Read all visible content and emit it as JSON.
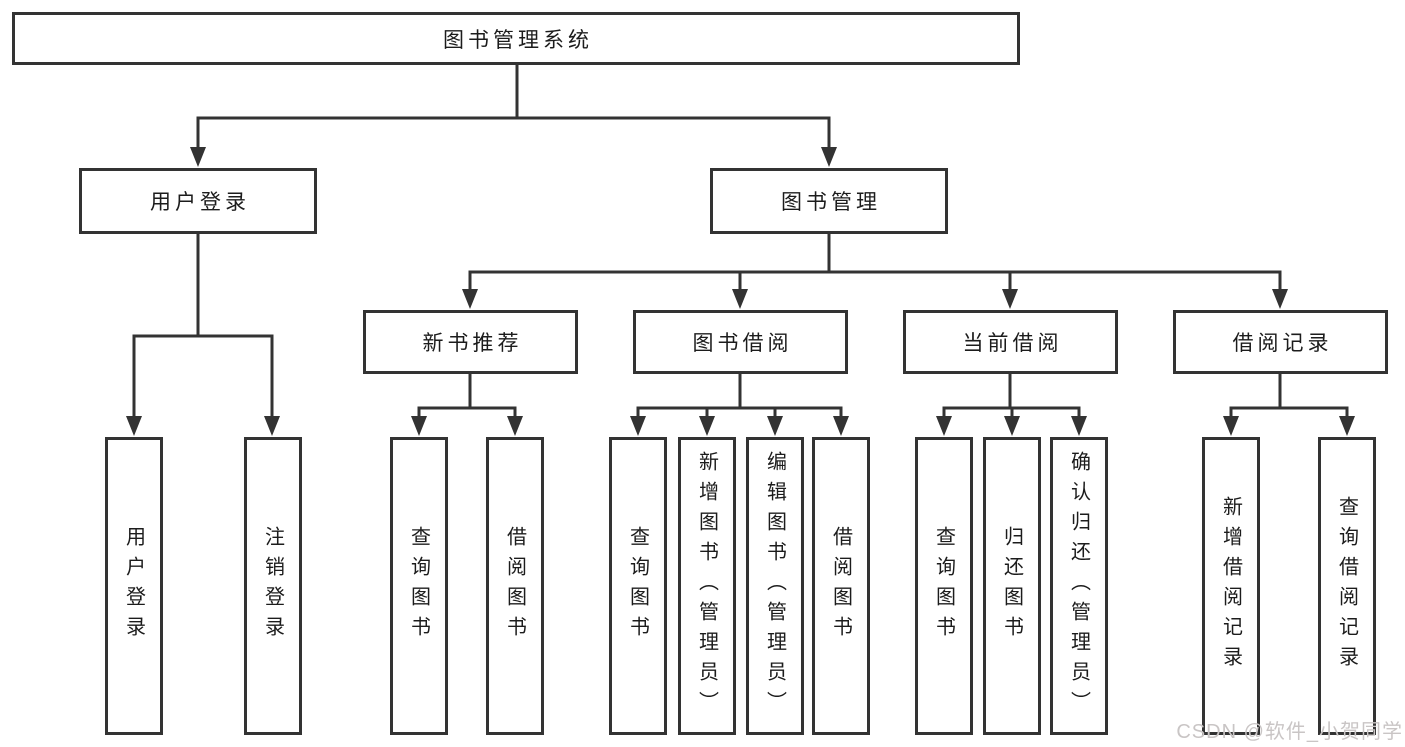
{
  "diagram": {
    "type": "hierarchy-tree",
    "title": "图书管理系统",
    "colors": {
      "line": "#333333",
      "box_border": "#333333",
      "box_fill": "#ffffff",
      "text": "#1c1c1c",
      "watermark": "#c9c5c5"
    },
    "nodes": {
      "root": {
        "label": "图书管理系统"
      },
      "user_login": {
        "label": "用户登录"
      },
      "book_mgmt": {
        "label": "图书管理"
      },
      "new_book_rec": {
        "label": "新书推荐"
      },
      "book_borrow": {
        "label": "图书借阅"
      },
      "current_borrow": {
        "label": "当前借阅"
      },
      "borrow_records": {
        "label": "借阅记录"
      },
      "leaf_user_login": {
        "label": "用户登录"
      },
      "leaf_logout": {
        "label": "注销登录"
      },
      "leaf_nbr_query": {
        "label": "查询图书"
      },
      "leaf_nbr_borrow": {
        "label": "借阅图书"
      },
      "leaf_bb_query": {
        "label": "查询图书"
      },
      "leaf_bb_add": {
        "label": "新增图书（管理员）"
      },
      "leaf_bb_edit": {
        "label": "编辑图书（管理员）"
      },
      "leaf_bb_borrow": {
        "label": "借阅图书"
      },
      "leaf_cb_query": {
        "label": "查询图书"
      },
      "leaf_cb_return": {
        "label": "归还图书"
      },
      "leaf_cb_confirm": {
        "label": "确认归还（管理员）"
      },
      "leaf_br_add": {
        "label": "新增借阅记录"
      },
      "leaf_br_query": {
        "label": "查询借阅记录"
      }
    },
    "hierarchy": {
      "图书管理系统": {
        "用户登录": [
          "用户登录",
          "注销登录"
        ],
        "图书管理": {
          "新书推荐": [
            "查询图书",
            "借阅图书"
          ],
          "图书借阅": [
            "查询图书",
            "新增图书（管理员）",
            "编辑图书（管理员）",
            "借阅图书"
          ],
          "当前借阅": [
            "查询图书",
            "归还图书",
            "确认归还（管理员）"
          ],
          "借阅记录": [
            "新增借阅记录",
            "查询借阅记录"
          ]
        }
      }
    },
    "watermark": "CSDN @软件_小贺同学"
  }
}
